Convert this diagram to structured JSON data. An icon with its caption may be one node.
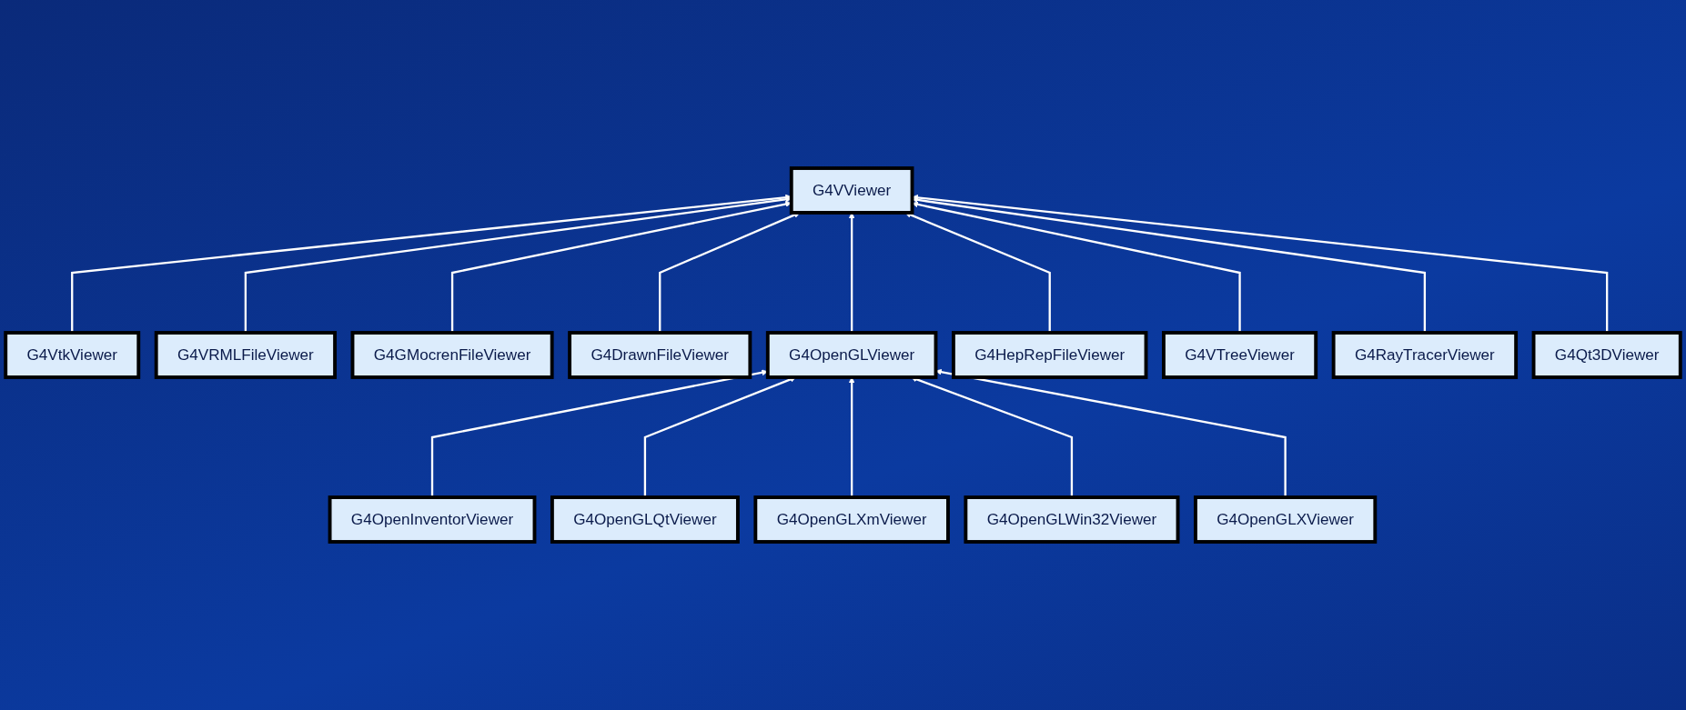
{
  "diagram": {
    "nodes": [
      {
        "text": [
          "G4VViewer"
        ]
      },
      {
        "text": [
          "G4VRMLFileViewer"
        ]
      },
      {
        "text": [
          "G4DrawnFileViewer"
        ]
      },
      {
        "text": [
          "G4HepRepFileViewer"
        ]
      },
      {
        "text": [
          "G4RayTracerViewer"
        ]
      },
      {
        "text": [
          "G4VtkViewer"
        ]
      },
      {
        "text": [
          "G4GMocrenFileViewer"
        ]
      },
      {
        "text": [
          "G4OpenGLViewer"
        ]
      },
      {
        "text": [
          "G4VTreeViewer"
        ]
      },
      {
        "text": [
          "G4Qt3DViewer"
        ]
      },
      {
        "text": [
          "G4OpenInventorViewer"
        ]
      },
      {
        "text": [
          "G4OpenGLQtViewer"
        ]
      },
      {
        "text": [
          "G4OpenGLXmViewer"
        ]
      },
      {
        "text": [
          "G4OpenGLWin32Viewer"
        ]
      },
      {
        "text": [
          "G4OpenGLXViewer"
        ]
      }
    ],
    "edges": [
      {
        "from": 5,
        "to": 0,
        "arrow": "to"
      },
      {
        "from": 1,
        "to": 0,
        "arrow": "to"
      },
      {
        "from": 6,
        "to": 0,
        "arrow": "to"
      },
      {
        "from": 2,
        "to": 0,
        "arrow": "to"
      },
      {
        "from": 7,
        "to": 0,
        "arrow": "to"
      },
      {
        "from": 3,
        "to": 0,
        "arrow": "to"
      },
      {
        "from": 8,
        "to": 0,
        "arrow": "to"
      },
      {
        "from": 4,
        "to": 0,
        "arrow": "to"
      },
      {
        "from": 9,
        "to": 0,
        "arrow": "to"
      },
      {
        "from": 10,
        "to": 7,
        "arrow": "to"
      },
      {
        "from": 11,
        "to": 7,
        "arrow": "to"
      },
      {
        "from": 12,
        "to": 7,
        "arrow": "to"
      },
      {
        "from": 13,
        "to": 7,
        "arrow": "to"
      },
      {
        "from": 14,
        "to": 7,
        "arrow": "to"
      }
    ]
  }
}
